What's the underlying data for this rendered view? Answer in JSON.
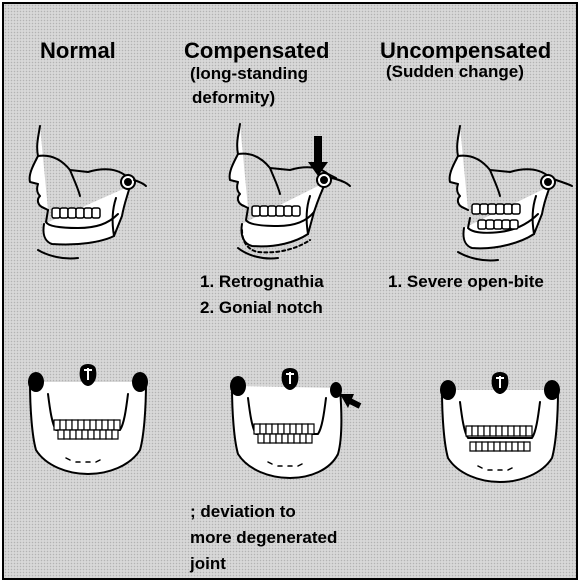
{
  "columns": [
    {
      "heading": "Normal",
      "subheading_lines": [],
      "notes": []
    },
    {
      "heading": "Compensated",
      "subheading_lines": [
        "(long-standing",
        "deformity)"
      ],
      "notes": [
        "1. Retrognathia",
        "2. Gonial notch"
      ]
    },
    {
      "heading": "Uncompensated",
      "subheading_lines": [
        "(Sudden change)"
      ],
      "notes": [
        "1. Severe open-bite"
      ]
    }
  ],
  "bottom_note_lines": [
    "; deviation to",
    "more degenerated",
    "joint"
  ],
  "colors": {
    "ink": "#000000",
    "bone": "#ffffff",
    "background": "#d8d8d8"
  }
}
